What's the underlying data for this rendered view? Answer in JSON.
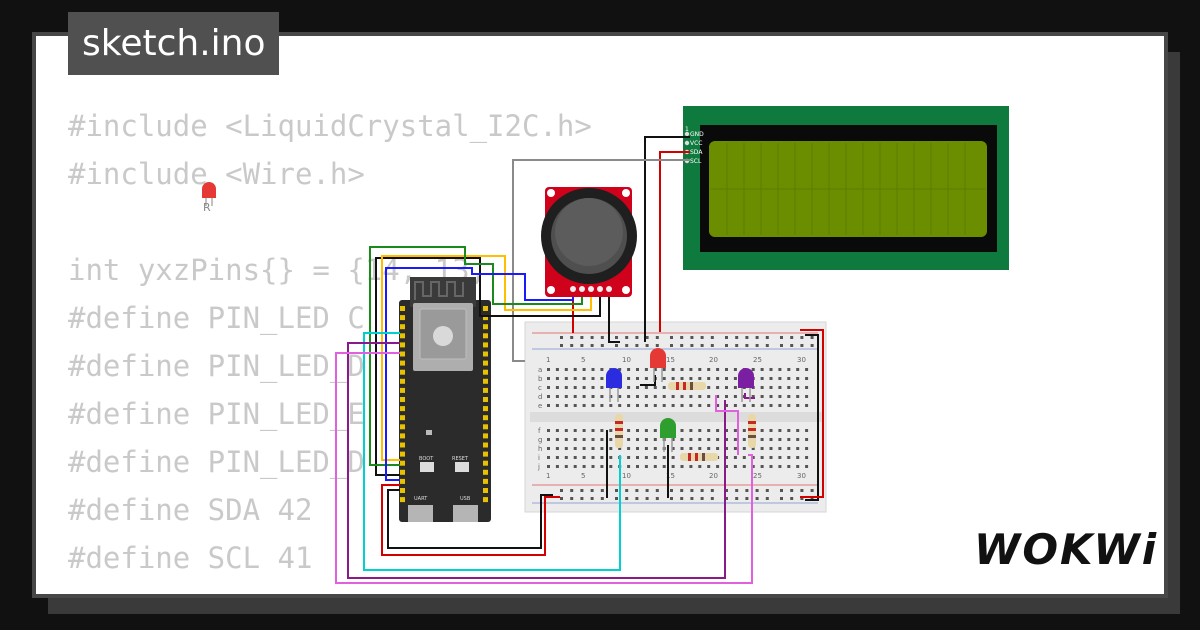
{
  "file_tab": "sketch.ino",
  "code_lines": [
    "#include <LiquidCrystal_I2C.h>",
    "#include <Wire.h>",
    "",
    "int yxzPins{} = {14, 13,",
    "#define PIN_LED C",
    "#define PIN_LED_D   5",
    "#define PIN_LED_E  DA",
    "#define PIN_LED_D  A",
    "#define SDA 42",
    "#define SCL 41"
  ],
  "brand": "WOKWi",
  "led_label": "R",
  "lcd": {
    "pin_labels": [
      "GND",
      "VCC",
      "SDA",
      "SCL"
    ],
    "pin_index_label": "1"
  },
  "board": {
    "buttons": [
      "BOOT",
      "RESET"
    ],
    "usb_labels": [
      "UART",
      "USB"
    ]
  },
  "breadboard": {
    "col_numbers": [
      "1",
      "5",
      "10",
      "15",
      "20",
      "25",
      "30"
    ],
    "row_letters_top": [
      "a",
      "b",
      "c",
      "d",
      "e"
    ],
    "row_letters_bottom": [
      "f",
      "g",
      "h",
      "i",
      "j"
    ]
  },
  "colors": {
    "background": "#111111",
    "card": "#ffffff",
    "tab": "#505050",
    "code": "#c9c9c9",
    "lcd_pcb": "#0f7a3e",
    "lcd_screen": "#6b8e00",
    "board": "#2b2b2b",
    "joystick_pcb": "#d0021b"
  }
}
